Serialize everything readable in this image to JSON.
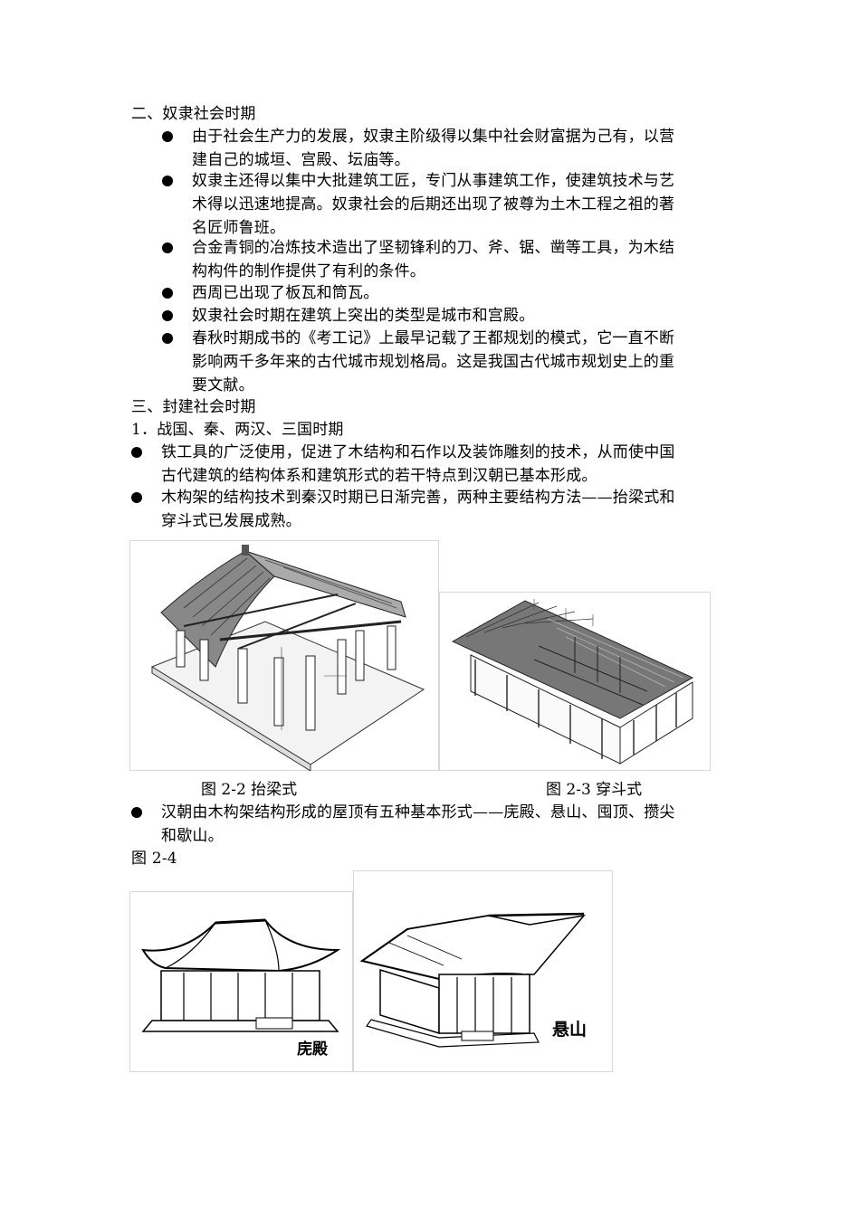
{
  "section2": {
    "heading": "二、奴隶社会时期",
    "bullets": [
      [
        "由于社会生产力的发展，奴隶主阶级得以集中社会财富据为己有，以营",
        "建自己的城垣、宫殿、坛庙等。"
      ],
      [
        "奴隶主还得以集中大批建筑工匠，专门从事建筑工作，使建筑技术与艺",
        "术得以迅速地提高。奴隶社会的后期还出现了被尊为土木工程之祖的著",
        "名匠师鲁班。"
      ],
      [
        "合金青铜的冶炼技术造出了坚韧锋利的刀、斧、锯、凿等工具，为木结",
        "构构件的制作提供了有利的条件。"
      ],
      [
        "西周已出现了板瓦和筒瓦。"
      ],
      [
        "奴隶社会时期在建筑上突出的类型是城市和宫殿。"
      ],
      [
        "春秋时期成书的《考工记》上最早记载了王都规划的模式，它一直不断",
        "影响两千多年来的古代城市规划格局。这是我国古代城市规划史上的重",
        "要文献。"
      ]
    ]
  },
  "section3": {
    "heading": "三、封建社会时期",
    "subheading": "1．战国、秦、两汉、三国时期",
    "bullets": [
      [
        "铁工具的广泛使用，促进了木结构和石作以及装饰雕刻的技术，从而使中国",
        "古代建筑的结构体系和建筑形式的若干特点到汉朝已基本形成。"
      ],
      [
        "木构架的结构技术到秦汉时期已日渐完善，两种主要结构方法——抬梁式和",
        "穿斗式已发展成熟。"
      ]
    ]
  },
  "figures": {
    "fig22_caption": "图 2-2  抬梁式",
    "fig23_caption": "图 2-3  穿斗式"
  },
  "section3b": {
    "bullet": [
      "汉朝由木构架结构形成的屋顶有五种基本形式——庑殿、悬山、囤顶、攒尖",
      "和歇山。"
    ],
    "fig24_label": "图 2-4",
    "roof1_label": "庑殿",
    "roof2_label": "悬山"
  }
}
